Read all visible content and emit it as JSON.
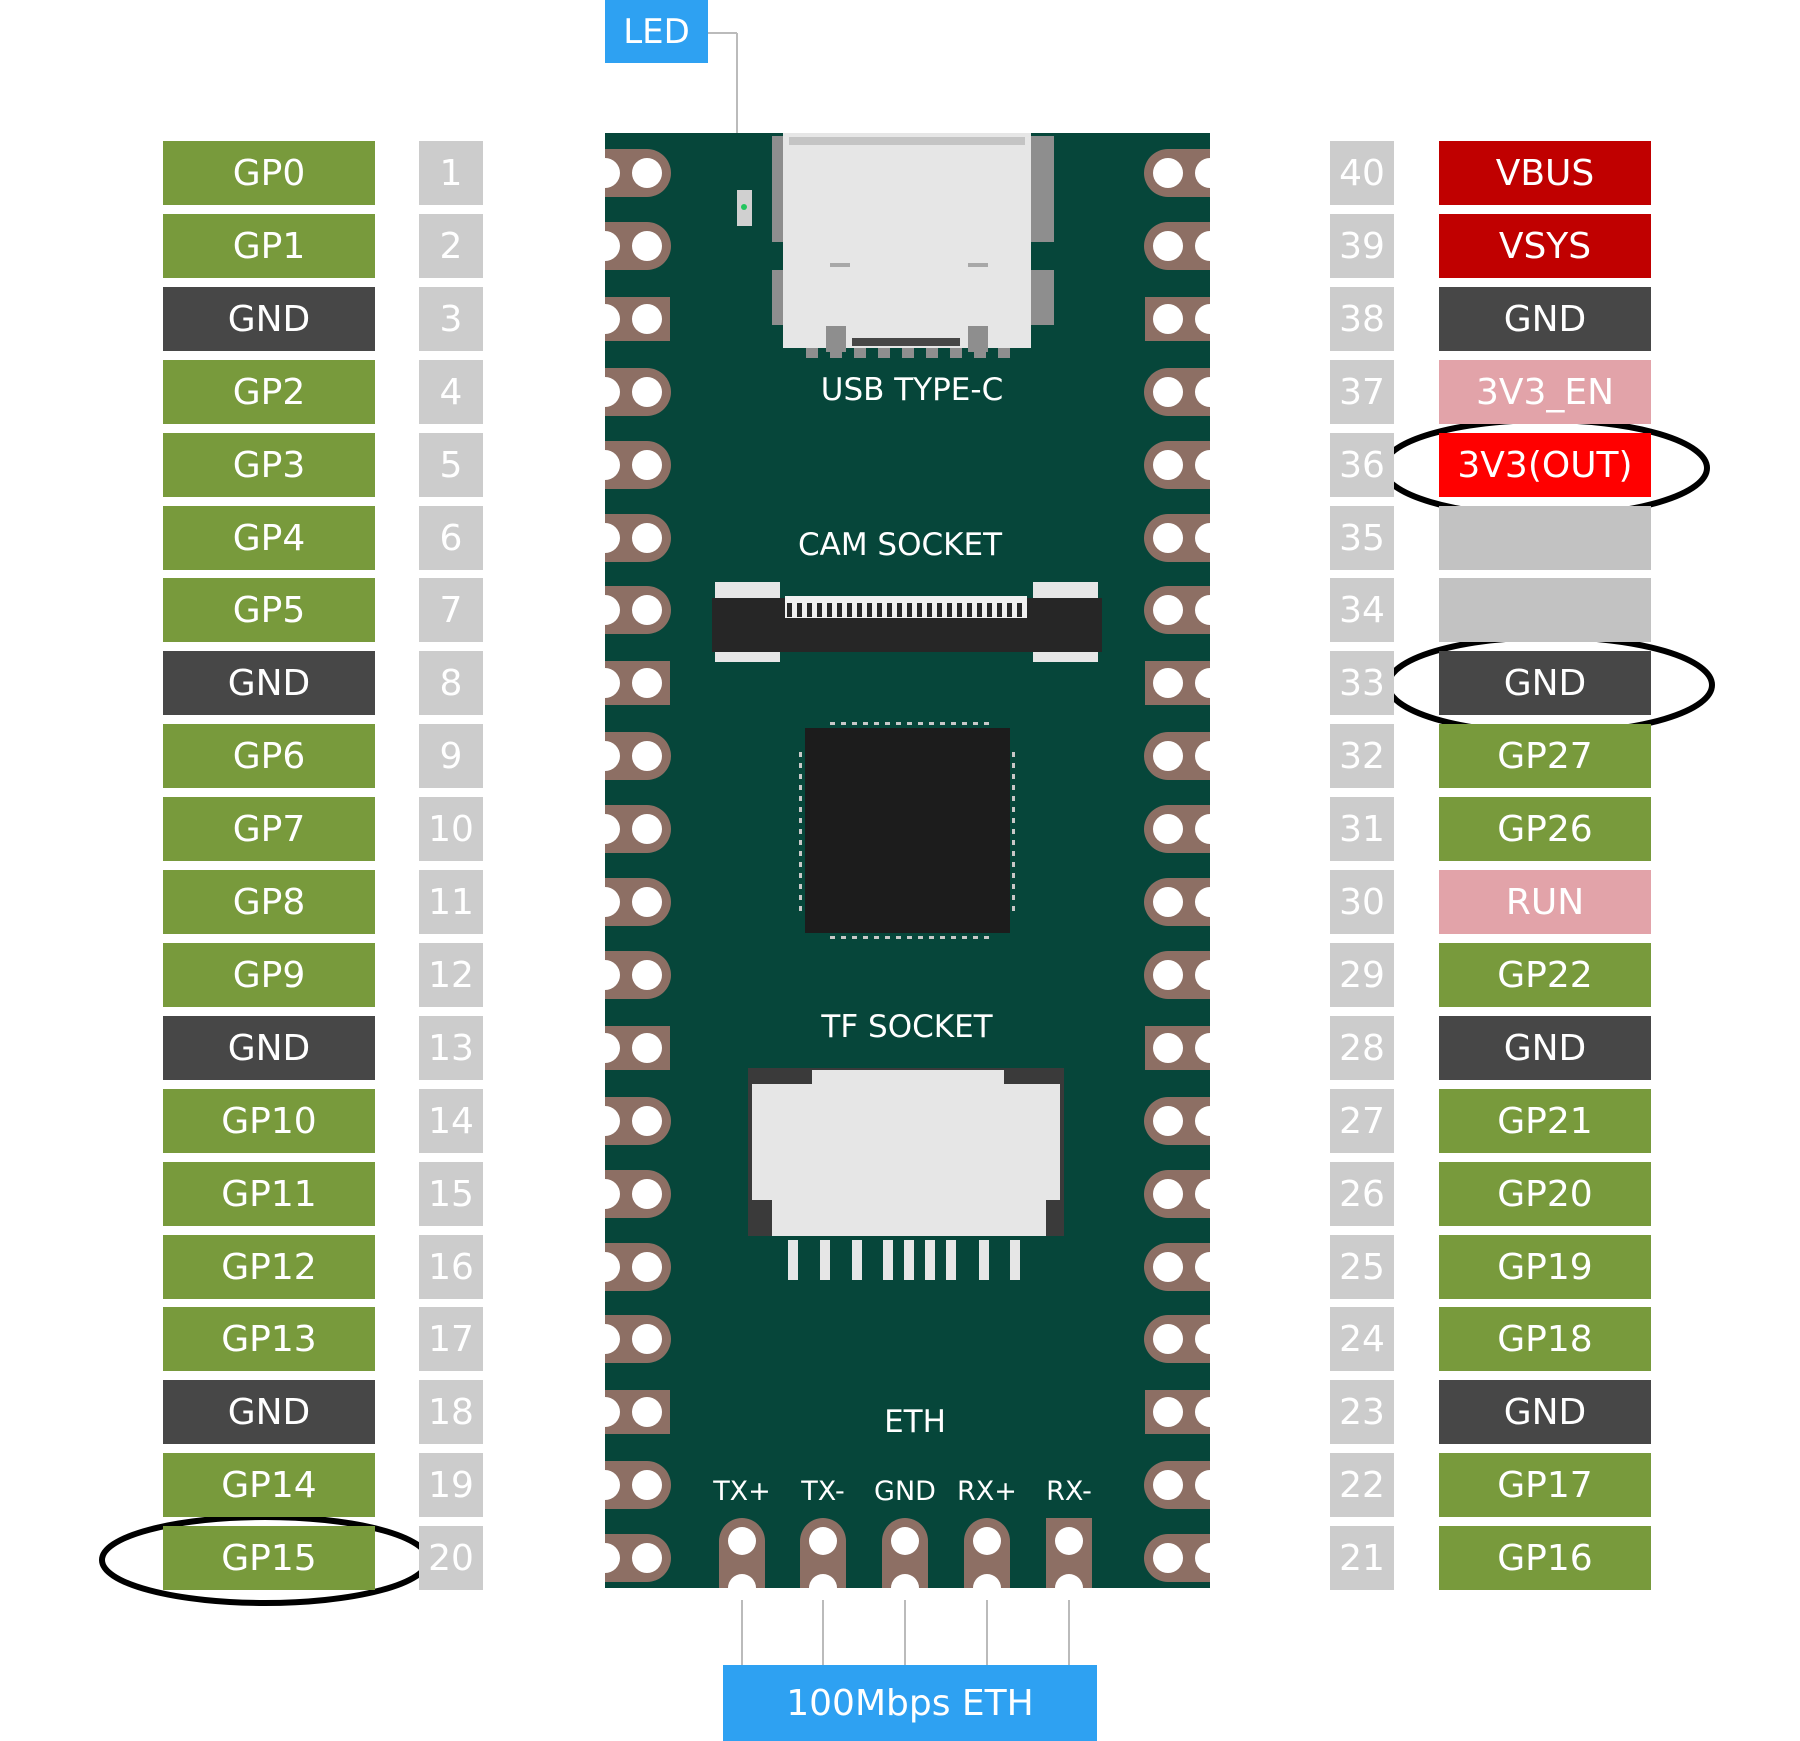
{
  "led_label": "LED",
  "eth_label": "100Mbps ETH",
  "board": {
    "usb_label": "USB TYPE-C",
    "cam_label": "CAM SOCKET",
    "tf_label": "TF SOCKET",
    "eth_title": "ETH",
    "eth_pins": [
      "TX+",
      "TX-",
      "GND",
      "RX+",
      "RX-"
    ]
  },
  "colors": {
    "board": "#06463a",
    "gpio": "#789a3c",
    "ground": "#474747",
    "power": "#c00000",
    "power_out": "#ff0000",
    "enable": "#e2a3a9",
    "unlabeled": "#c2c2c2",
    "pin_number": "#cccccc",
    "callout": "#2ea1f2"
  },
  "left_pins": [
    {
      "num": "1",
      "label": "GP0",
      "kind": "gpio"
    },
    {
      "num": "2",
      "label": "GP1",
      "kind": "gpio"
    },
    {
      "num": "3",
      "label": "GND",
      "kind": "ground"
    },
    {
      "num": "4",
      "label": "GP2",
      "kind": "gpio"
    },
    {
      "num": "5",
      "label": "GP3",
      "kind": "gpio"
    },
    {
      "num": "6",
      "label": "GP4",
      "kind": "gpio"
    },
    {
      "num": "7",
      "label": "GP5",
      "kind": "gpio"
    },
    {
      "num": "8",
      "label": "GND",
      "kind": "ground"
    },
    {
      "num": "9",
      "label": "GP6",
      "kind": "gpio"
    },
    {
      "num": "10",
      "label": "GP7",
      "kind": "gpio"
    },
    {
      "num": "11",
      "label": "GP8",
      "kind": "gpio"
    },
    {
      "num": "12",
      "label": "GP9",
      "kind": "gpio"
    },
    {
      "num": "13",
      "label": "GND",
      "kind": "ground"
    },
    {
      "num": "14",
      "label": "GP10",
      "kind": "gpio"
    },
    {
      "num": "15",
      "label": "GP11",
      "kind": "gpio"
    },
    {
      "num": "16",
      "label": "GP12",
      "kind": "gpio"
    },
    {
      "num": "17",
      "label": "GP13",
      "kind": "gpio"
    },
    {
      "num": "18",
      "label": "GND",
      "kind": "ground"
    },
    {
      "num": "19",
      "label": "GP14",
      "kind": "gpio"
    },
    {
      "num": "20",
      "label": "GP15",
      "kind": "gpio",
      "circled": true
    }
  ],
  "right_pins": [
    {
      "num": "40",
      "label": "VBUS",
      "kind": "power"
    },
    {
      "num": "39",
      "label": "VSYS",
      "kind": "power"
    },
    {
      "num": "38",
      "label": "GND",
      "kind": "ground"
    },
    {
      "num": "37",
      "label": "3V3_EN",
      "kind": "enable"
    },
    {
      "num": "36",
      "label": "3V3(OUT)",
      "kind": "power_out",
      "circled": true
    },
    {
      "num": "35",
      "label": "",
      "kind": "unlabeled"
    },
    {
      "num": "34",
      "label": "",
      "kind": "unlabeled"
    },
    {
      "num": "33",
      "label": "GND",
      "kind": "ground",
      "circled": true
    },
    {
      "num": "32",
      "label": "GP27",
      "kind": "gpio"
    },
    {
      "num": "31",
      "label": "GP26",
      "kind": "gpio"
    },
    {
      "num": "30",
      "label": "RUN",
      "kind": "enable"
    },
    {
      "num": "29",
      "label": "GP22",
      "kind": "gpio"
    },
    {
      "num": "28",
      "label": "GND",
      "kind": "ground"
    },
    {
      "num": "27",
      "label": "GP21",
      "kind": "gpio"
    },
    {
      "num": "26",
      "label": "GP20",
      "kind": "gpio"
    },
    {
      "num": "25",
      "label": "GP19",
      "kind": "gpio"
    },
    {
      "num": "24",
      "label": "GP18",
      "kind": "gpio"
    },
    {
      "num": "23",
      "label": "GND",
      "kind": "ground"
    },
    {
      "num": "22",
      "label": "GP17",
      "kind": "gpio"
    },
    {
      "num": "21",
      "label": "GP16",
      "kind": "gpio"
    }
  ]
}
